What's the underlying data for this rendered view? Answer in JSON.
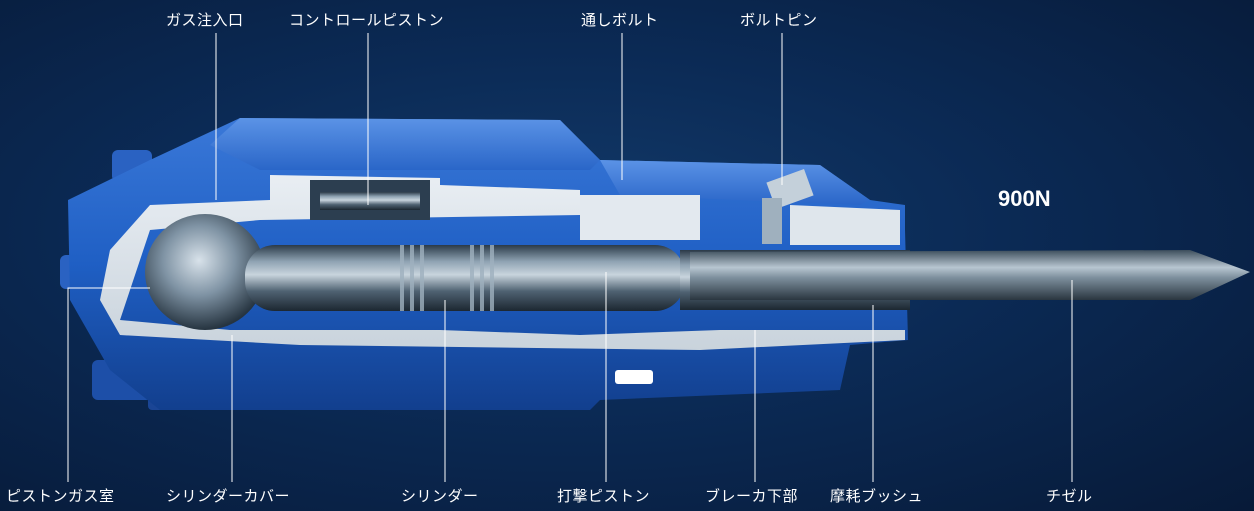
{
  "model": "900N",
  "labels_top": [
    {
      "id": "gas-inlet",
      "text": "ガス注入口"
    },
    {
      "id": "control-piston",
      "text": "コントロールピストン"
    },
    {
      "id": "through-bolt",
      "text": "通しボルト"
    },
    {
      "id": "bolt-pin",
      "text": "ボルトピン"
    }
  ],
  "labels_bottom": [
    {
      "id": "piston-gas-chamber",
      "text": "ピストンガス室"
    },
    {
      "id": "cylinder-cover",
      "text": "シリンダーカバー"
    },
    {
      "id": "cylinder",
      "text": "シリンダー"
    },
    {
      "id": "striking-piston",
      "text": "打撃ピストン"
    },
    {
      "id": "breaker-lower",
      "text": "ブレーカ下部"
    },
    {
      "id": "wear-bush",
      "text": "摩耗ブッシュ"
    },
    {
      "id": "chisel",
      "text": "チゼル"
    }
  ]
}
